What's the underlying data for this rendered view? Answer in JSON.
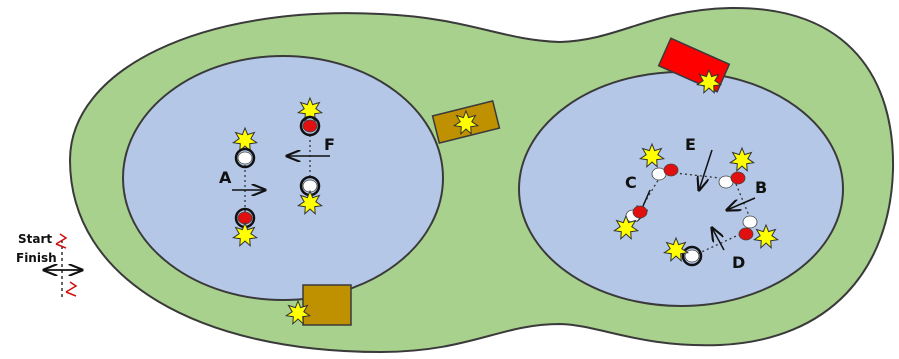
{
  "colors": {
    "outer_zone": "#a9d18e",
    "inner_zone": "#b4c7e7",
    "outline": "#3a3a3a",
    "gate": "#bf9000",
    "entry_block": "#ff0000",
    "star": "#ffff00",
    "drone_red": "#e01010",
    "drone_white": "#ffffff"
  },
  "legend": {
    "start_label": "Start",
    "finish_label": "Finish"
  },
  "zones": [
    {
      "id": "left-arena"
    },
    {
      "id": "right-arena"
    }
  ],
  "segment_labels": [
    "A",
    "F",
    "E",
    "C",
    "B",
    "D"
  ],
  "icons": {
    "star": "star-icon",
    "drone": "drone-icon",
    "arrow": "arrow-icon",
    "gate": "gate-block",
    "flag": "flag-icon"
  }
}
